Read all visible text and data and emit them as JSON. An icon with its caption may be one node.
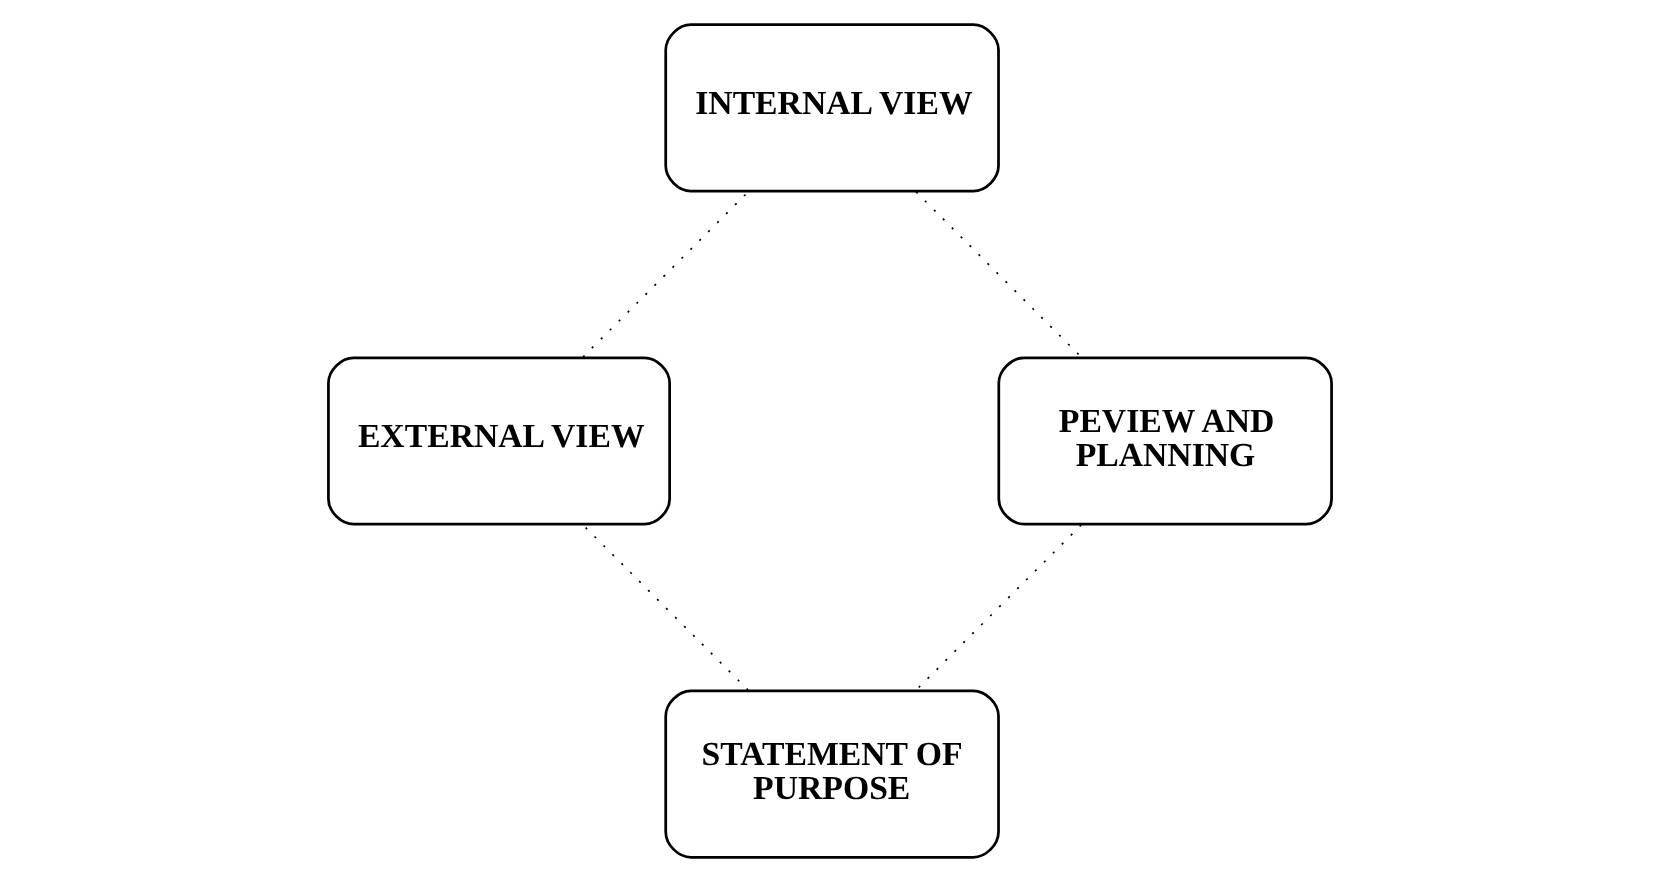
{
  "diagram": {
    "nodes": [
      {
        "text": [
          "STATEMENT OF PURPOSE"
        ]
      },
      {
        "text": [
          "PEVIEW AND PLANNING"
        ]
      },
      {
        "text": [
          "EXTERNAL VIEW"
        ]
      },
      {
        "text": [
          "INTERNAL VIEW"
        ]
      }
    ],
    "edges": [
      {
        "from": 0,
        "to": 2,
        "arrow": "none",
        "style": "dashed"
      },
      {
        "from": 2,
        "to": 3,
        "arrow": "none",
        "style": "dashed"
      },
      {
        "from": 3,
        "to": 1,
        "arrow": "none",
        "style": "dashed"
      },
      {
        "from": 1,
        "to": 0,
        "arrow": "none",
        "style": "dashed"
      }
    ]
  }
}
